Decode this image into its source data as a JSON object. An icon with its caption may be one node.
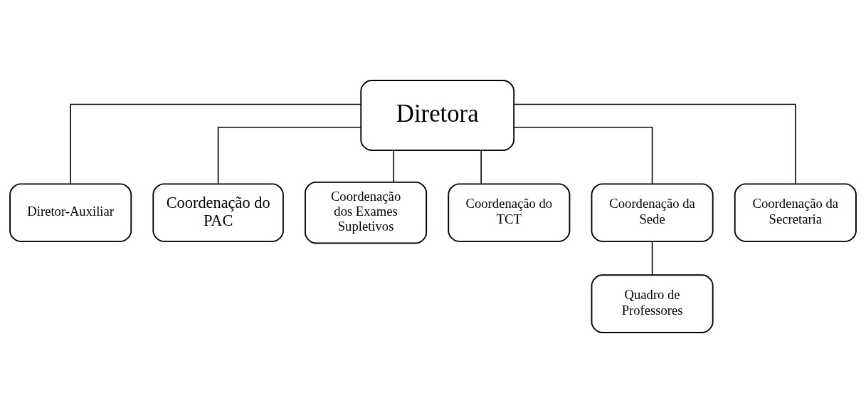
{
  "diagram": {
    "nodes": [
      {
        "text": [
          "Diretora"
        ]
      },
      {
        "text": [
          "Diretor-Auxiliar"
        ]
      },
      {
        "text": [
          "Coordenação do PAC"
        ]
      },
      {
        "text": [
          "Coordenação dos Exames Supletivos"
        ]
      },
      {
        "text": [
          "Coordenação do TCT"
        ]
      },
      {
        "text": [
          "Coordenação da Sede"
        ]
      },
      {
        "text": [
          "Coordenação da Secretaria"
        ]
      },
      {
        "text": [
          "Quadro de Professores"
        ]
      }
    ],
    "edges": [
      {
        "from": 0,
        "to": 1,
        "arrow": "none"
      },
      {
        "from": 0,
        "to": 2,
        "arrow": "none"
      },
      {
        "from": 0,
        "to": 3,
        "arrow": "none"
      },
      {
        "from": 0,
        "to": 4,
        "arrow": "none"
      },
      {
        "from": 0,
        "to": 5,
        "arrow": "none"
      },
      {
        "from": 0,
        "to": 6,
        "arrow": "none"
      },
      {
        "from": 5,
        "to": 7,
        "arrow": "none"
      }
    ]
  }
}
